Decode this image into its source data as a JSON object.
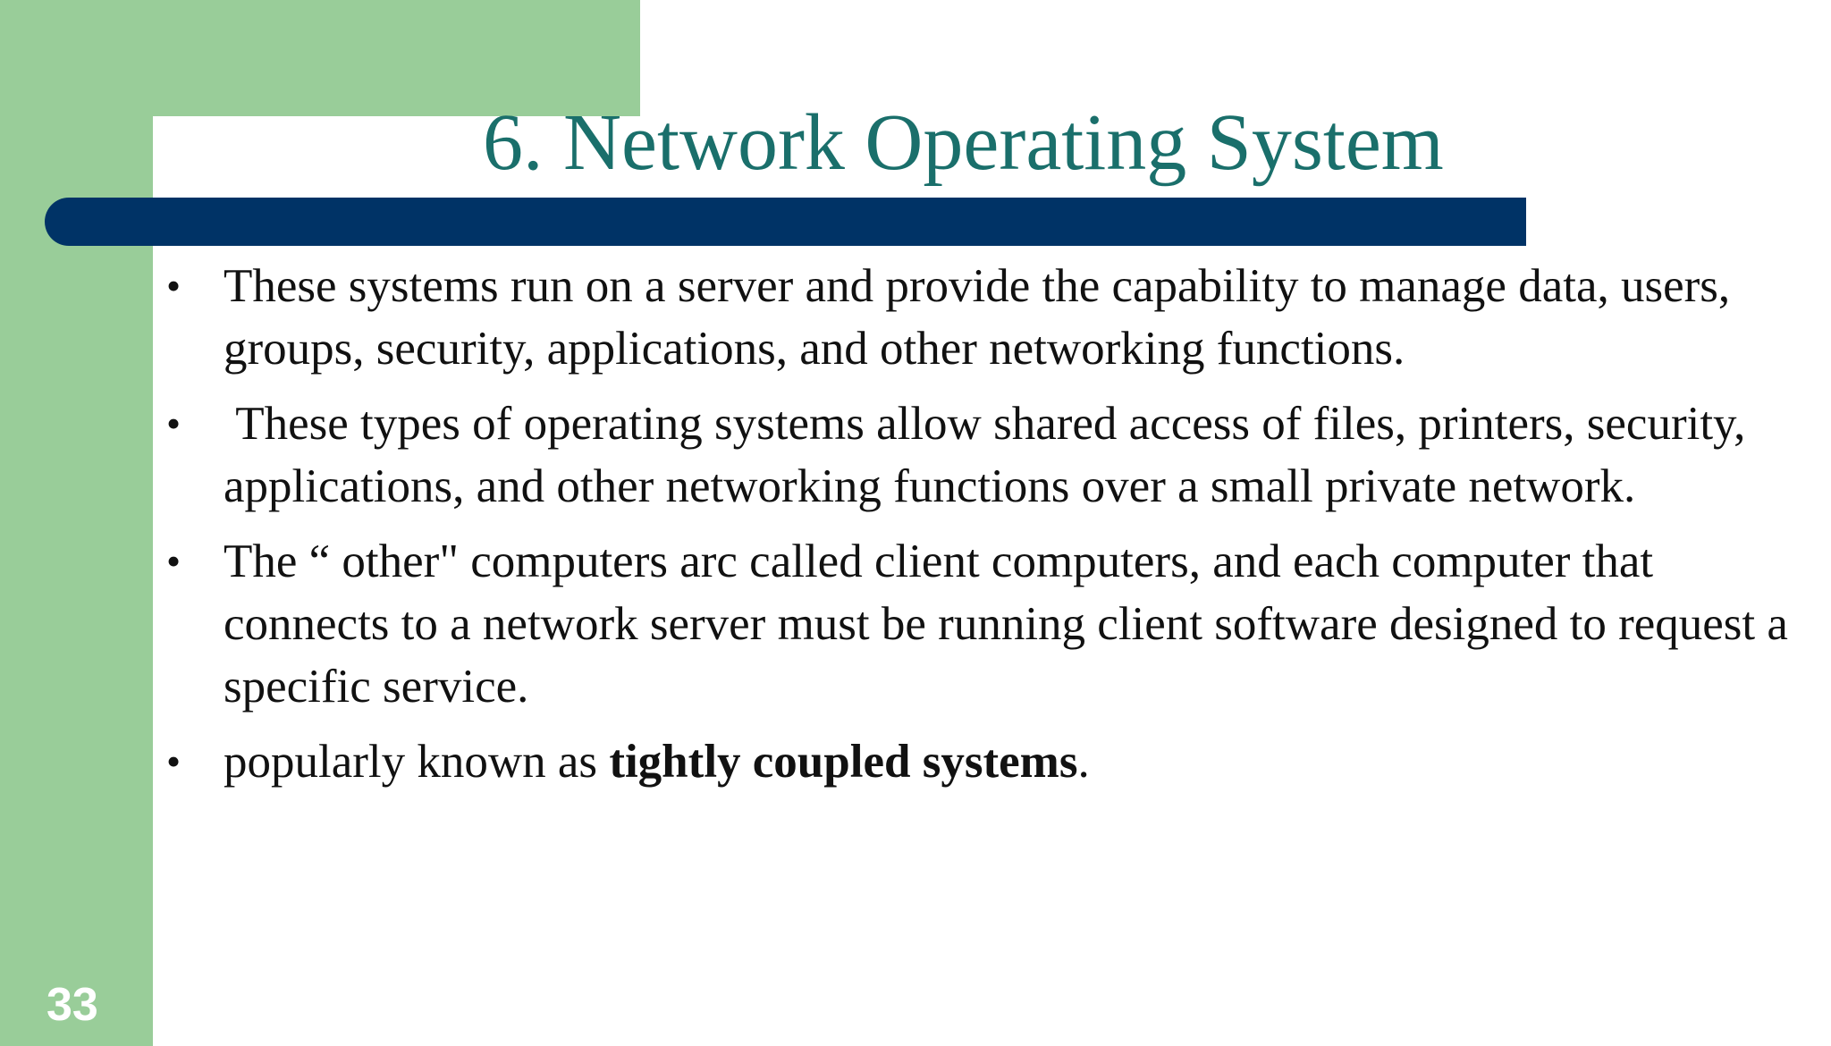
{
  "slide": {
    "title": "6. Network Operating System",
    "number": "33",
    "colors": {
      "sidebar": "#99cd99",
      "title_text": "#1a6f6b",
      "title_bar": "#003366",
      "body_text": "#111111"
    },
    "bullets": [
      {
        "marker": "•",
        "text": "These systems run on a server and provide the capability to manage data, users, groups, security, applications, and other networking functions."
      },
      {
        "marker": "•",
        "text": " These types of operating systems allow shared access of files, printers, security, applications, and other networking functions over a small private network."
      },
      {
        "marker": "•",
        "text": "The “ other\" computers arc called client computers, and each computer that connects to a network server must be running client software designed to request a specific service."
      },
      {
        "marker": "•",
        "text_before": "popularly known as ",
        "text_bold": "tightly coupled systems",
        "text_after": "."
      }
    ]
  }
}
